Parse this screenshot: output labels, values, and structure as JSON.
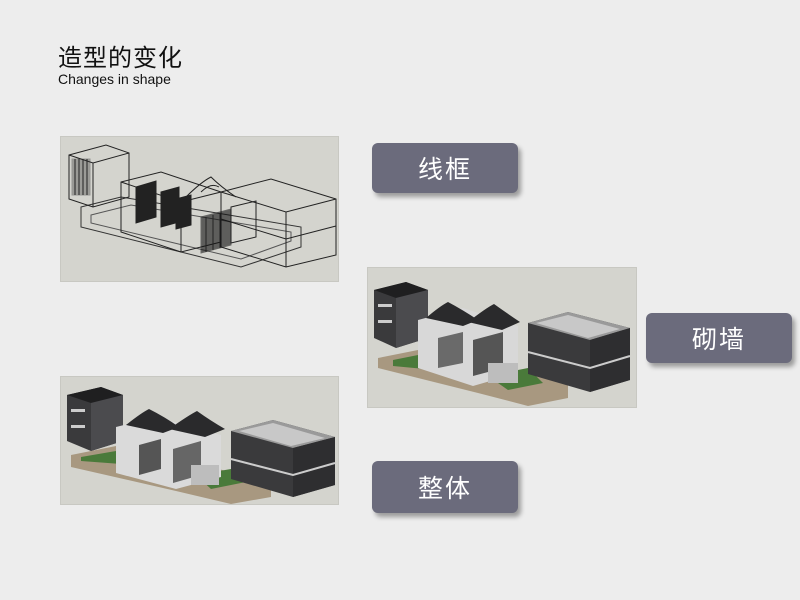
{
  "header": {
    "title": "造型的变化",
    "subtitle": "Changes in shape"
  },
  "stages": [
    {
      "label": "线框",
      "image": "wireframe-building-render"
    },
    {
      "label": "砌墙",
      "image": "walled-building-render"
    },
    {
      "label": "整体",
      "image": "complete-building-render"
    }
  ],
  "colors": {
    "background": "#ededed",
    "label_bg": "#6b6b7c",
    "label_text": "#ffffff",
    "render_bg": "#d4d4ce"
  }
}
